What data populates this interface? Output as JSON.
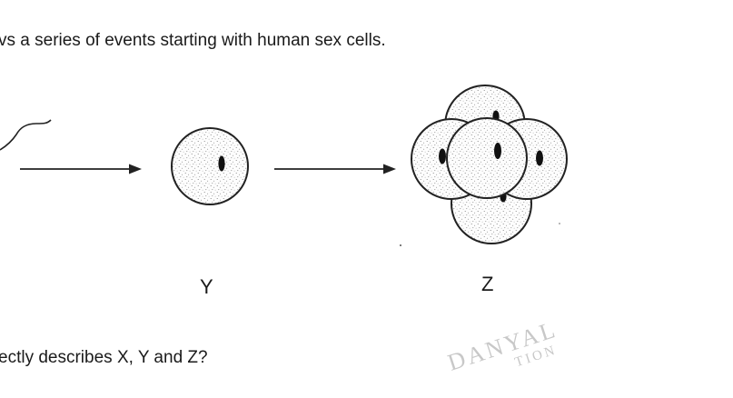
{
  "question": {
    "intro": "vs a series of events starting with human sex cells.",
    "prompt": "ectly describes X, Y and Z?"
  },
  "figure": {
    "labels": {
      "y": "Y",
      "z": "Z"
    }
  },
  "watermark": {
    "main": "DANYAL",
    "sub": "TION"
  },
  "colors": {
    "text": "#1a1a1a",
    "stroke": "#222222",
    "stipple": "#777777",
    "watermark": "#c8c8c8"
  }
}
